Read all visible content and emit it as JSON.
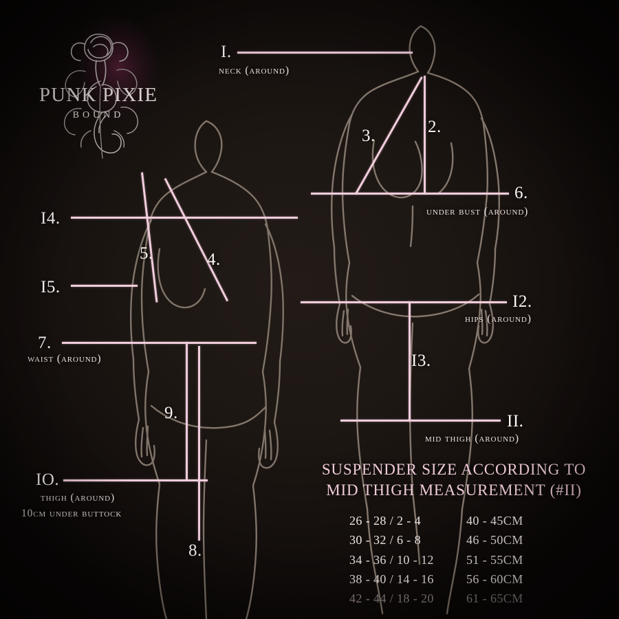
{
  "brand": {
    "name": "PUNK PIXIE",
    "sub": "BOUND",
    "logo_icon": "rose-snake-logo"
  },
  "measurements": [
    {
      "id": "1",
      "num": "I.",
      "label": "NECK (AROUND)"
    },
    {
      "id": "2",
      "num": "2.",
      "label": ""
    },
    {
      "id": "3",
      "num": "3.",
      "label": ""
    },
    {
      "id": "4",
      "num": "4.",
      "label": ""
    },
    {
      "id": "5",
      "num": "5.",
      "label": ""
    },
    {
      "id": "6",
      "num": "6.",
      "label": "UNDER BUST (AROUND)"
    },
    {
      "id": "7",
      "num": "7.",
      "label": "WAIST (AROUND)"
    },
    {
      "id": "8",
      "num": "8.",
      "label": ""
    },
    {
      "id": "9",
      "num": "9.",
      "label": ""
    },
    {
      "id": "10",
      "num": "IO.",
      "label_line1": "THIGH (AROUND)",
      "label_line2": "10CM UNDER BUTTOCK"
    },
    {
      "id": "11",
      "num": "II.",
      "label": "MID THIGH (AROUND)"
    },
    {
      "id": "12",
      "num": "I2.",
      "label": "HIPS (AROUND)"
    },
    {
      "id": "13",
      "num": "I3.",
      "label": ""
    },
    {
      "id": "14",
      "num": "I4.",
      "label": ""
    },
    {
      "id": "15",
      "num": "I5.",
      "label": ""
    }
  ],
  "size_table": {
    "title_line1": "SUSPENDER SIZE ACCORDING TO",
    "title_line2": "MID THIGH MEASUREMENT (#II)",
    "rows": [
      {
        "size": "26 - 28 / 2 - 4",
        "range": "40 - 45CM"
      },
      {
        "size": "30 - 32 / 6 - 8",
        "range": "46 - 50CM"
      },
      {
        "size": "34 - 36 / 10 - 12",
        "range": "51 - 55CM"
      },
      {
        "size": "38 - 40 / 14 - 16",
        "range": "56 - 60CM"
      },
      {
        "size": "42 - 44 / 18 - 20",
        "range": "61 - 65CM"
      }
    ]
  },
  "colors": {
    "line": "#f1cddd",
    "title": "#efcbd8",
    "text": "#f0e4e5",
    "background": "#1d1713",
    "figure_outline": "#8a7d72"
  }
}
